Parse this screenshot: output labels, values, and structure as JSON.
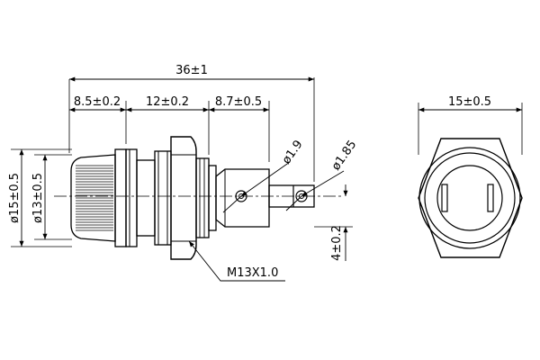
{
  "drawing": {
    "dims": {
      "overall_length": "36±1",
      "cap_length": "8.5±0.2",
      "body_length": "12±0.2",
      "lug_length": "8.7±0.5",
      "outer_diameter": "ø15±0.5",
      "inner_diameter": "ø13±0.5",
      "hole_1": "ø1.9",
      "hole_2": "ø1.85",
      "lug_height": "4±0.2",
      "thread": "M13X1.0",
      "end_view_width": "15±0.5"
    }
  }
}
